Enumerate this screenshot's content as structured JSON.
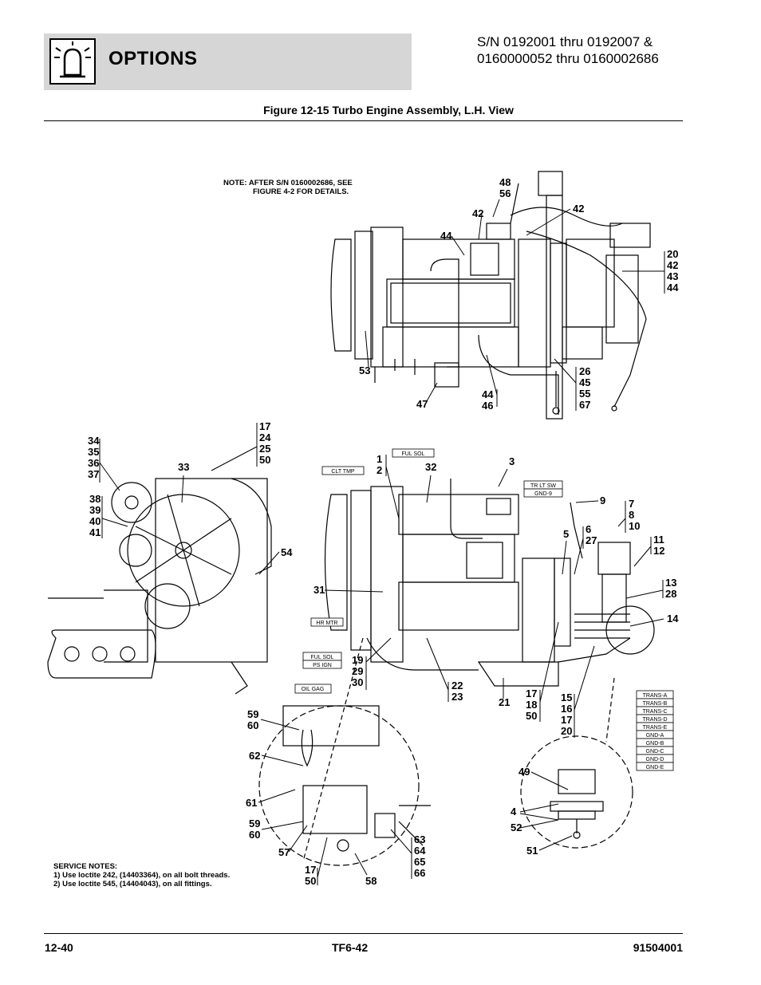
{
  "header": {
    "section_title": "OPTIONS",
    "serial_line1": "S/N 0192001 thru 0192007 &",
    "serial_line2": "0160000052 thru 0160002686"
  },
  "figure": {
    "title": "Figure 12-15 Turbo Engine Assembly, L.H. View"
  },
  "note": {
    "line1": "NOTE:  AFTER S/N 0160002686, SEE",
    "line2": "FIGURE 4-2 FOR DETAILS."
  },
  "service_notes": {
    "heading": "SERVICE NOTES:",
    "line1": "1)  Use loctite 242, (14403364), on all bolt threads.",
    "line2": "2)  Use loctite 545, (14404043), on all fittings."
  },
  "callouts": {
    "c48_56": [
      "48",
      "56"
    ],
    "c42a": [
      "42"
    ],
    "c42b": [
      "42"
    ],
    "c44": [
      "44"
    ],
    "c20_44": [
      "20",
      "42",
      "43",
      "44"
    ],
    "c53": [
      "53"
    ],
    "c47": [
      "47"
    ],
    "c44_46": [
      "44",
      "46"
    ],
    "c26_67": [
      "26",
      "45",
      "55",
      "67"
    ],
    "c17_50": [
      "17",
      "24",
      "25",
      "50"
    ],
    "c34_37": [
      "34",
      "35",
      "36",
      "37"
    ],
    "c33": [
      "33"
    ],
    "c38_41": [
      "38",
      "39",
      "40",
      "41"
    ],
    "c54": [
      "54"
    ],
    "c1_2": [
      "1",
      "2"
    ],
    "c32": [
      "32"
    ],
    "c3": [
      "3"
    ],
    "c9": [
      "9"
    ],
    "c7_10": [
      "7",
      "8",
      "10"
    ],
    "c5": [
      "5"
    ],
    "c6_27": [
      "6",
      "27"
    ],
    "c11_12": [
      "11",
      "12"
    ],
    "c31": [
      "31"
    ],
    "c13_28": [
      "13",
      "28"
    ],
    "c14": [
      "14"
    ],
    "c19_30": [
      "19",
      "29",
      "30"
    ],
    "c22_23": [
      "22",
      "23"
    ],
    "c21": [
      "21"
    ],
    "c17_18_50": [
      "17",
      "18",
      "50"
    ],
    "c15_20": [
      "15",
      "16",
      "17",
      "20"
    ],
    "c59_60a": [
      "59",
      "60"
    ],
    "c62": [
      "62"
    ],
    "c61": [
      "61"
    ],
    "c59_60b": [
      "59",
      "60"
    ],
    "c57": [
      "57"
    ],
    "c17_50b": [
      "17",
      "50"
    ],
    "c58": [
      "58"
    ],
    "c63_66": [
      "63",
      "64",
      "65",
      "66"
    ],
    "c49": [
      "49"
    ],
    "c4": [
      "4"
    ],
    "c52": [
      "52"
    ],
    "c51": [
      "51"
    ]
  },
  "tags": {
    "ful_sol": "FUL SOL",
    "clt_tmp": "CLT TMP",
    "tr_lt_sw": "TR LT SW",
    "gnd_9": "GND-9",
    "hr_mtr": "HR MTR",
    "ful_sol2": "FUL SOL",
    "ps_ign": "PS IGN",
    "oil_gag": "OIL GAG",
    "trans": [
      "TRANS-A",
      "TRANS-B",
      "TRANS-C",
      "TRANS-D",
      "TRANS-E",
      "GND-A",
      "GND-B",
      "GND-C",
      "GND-D",
      "GND-E"
    ]
  },
  "footer": {
    "page": "12-40",
    "model": "TF6-42",
    "doc_number": "91504001"
  }
}
